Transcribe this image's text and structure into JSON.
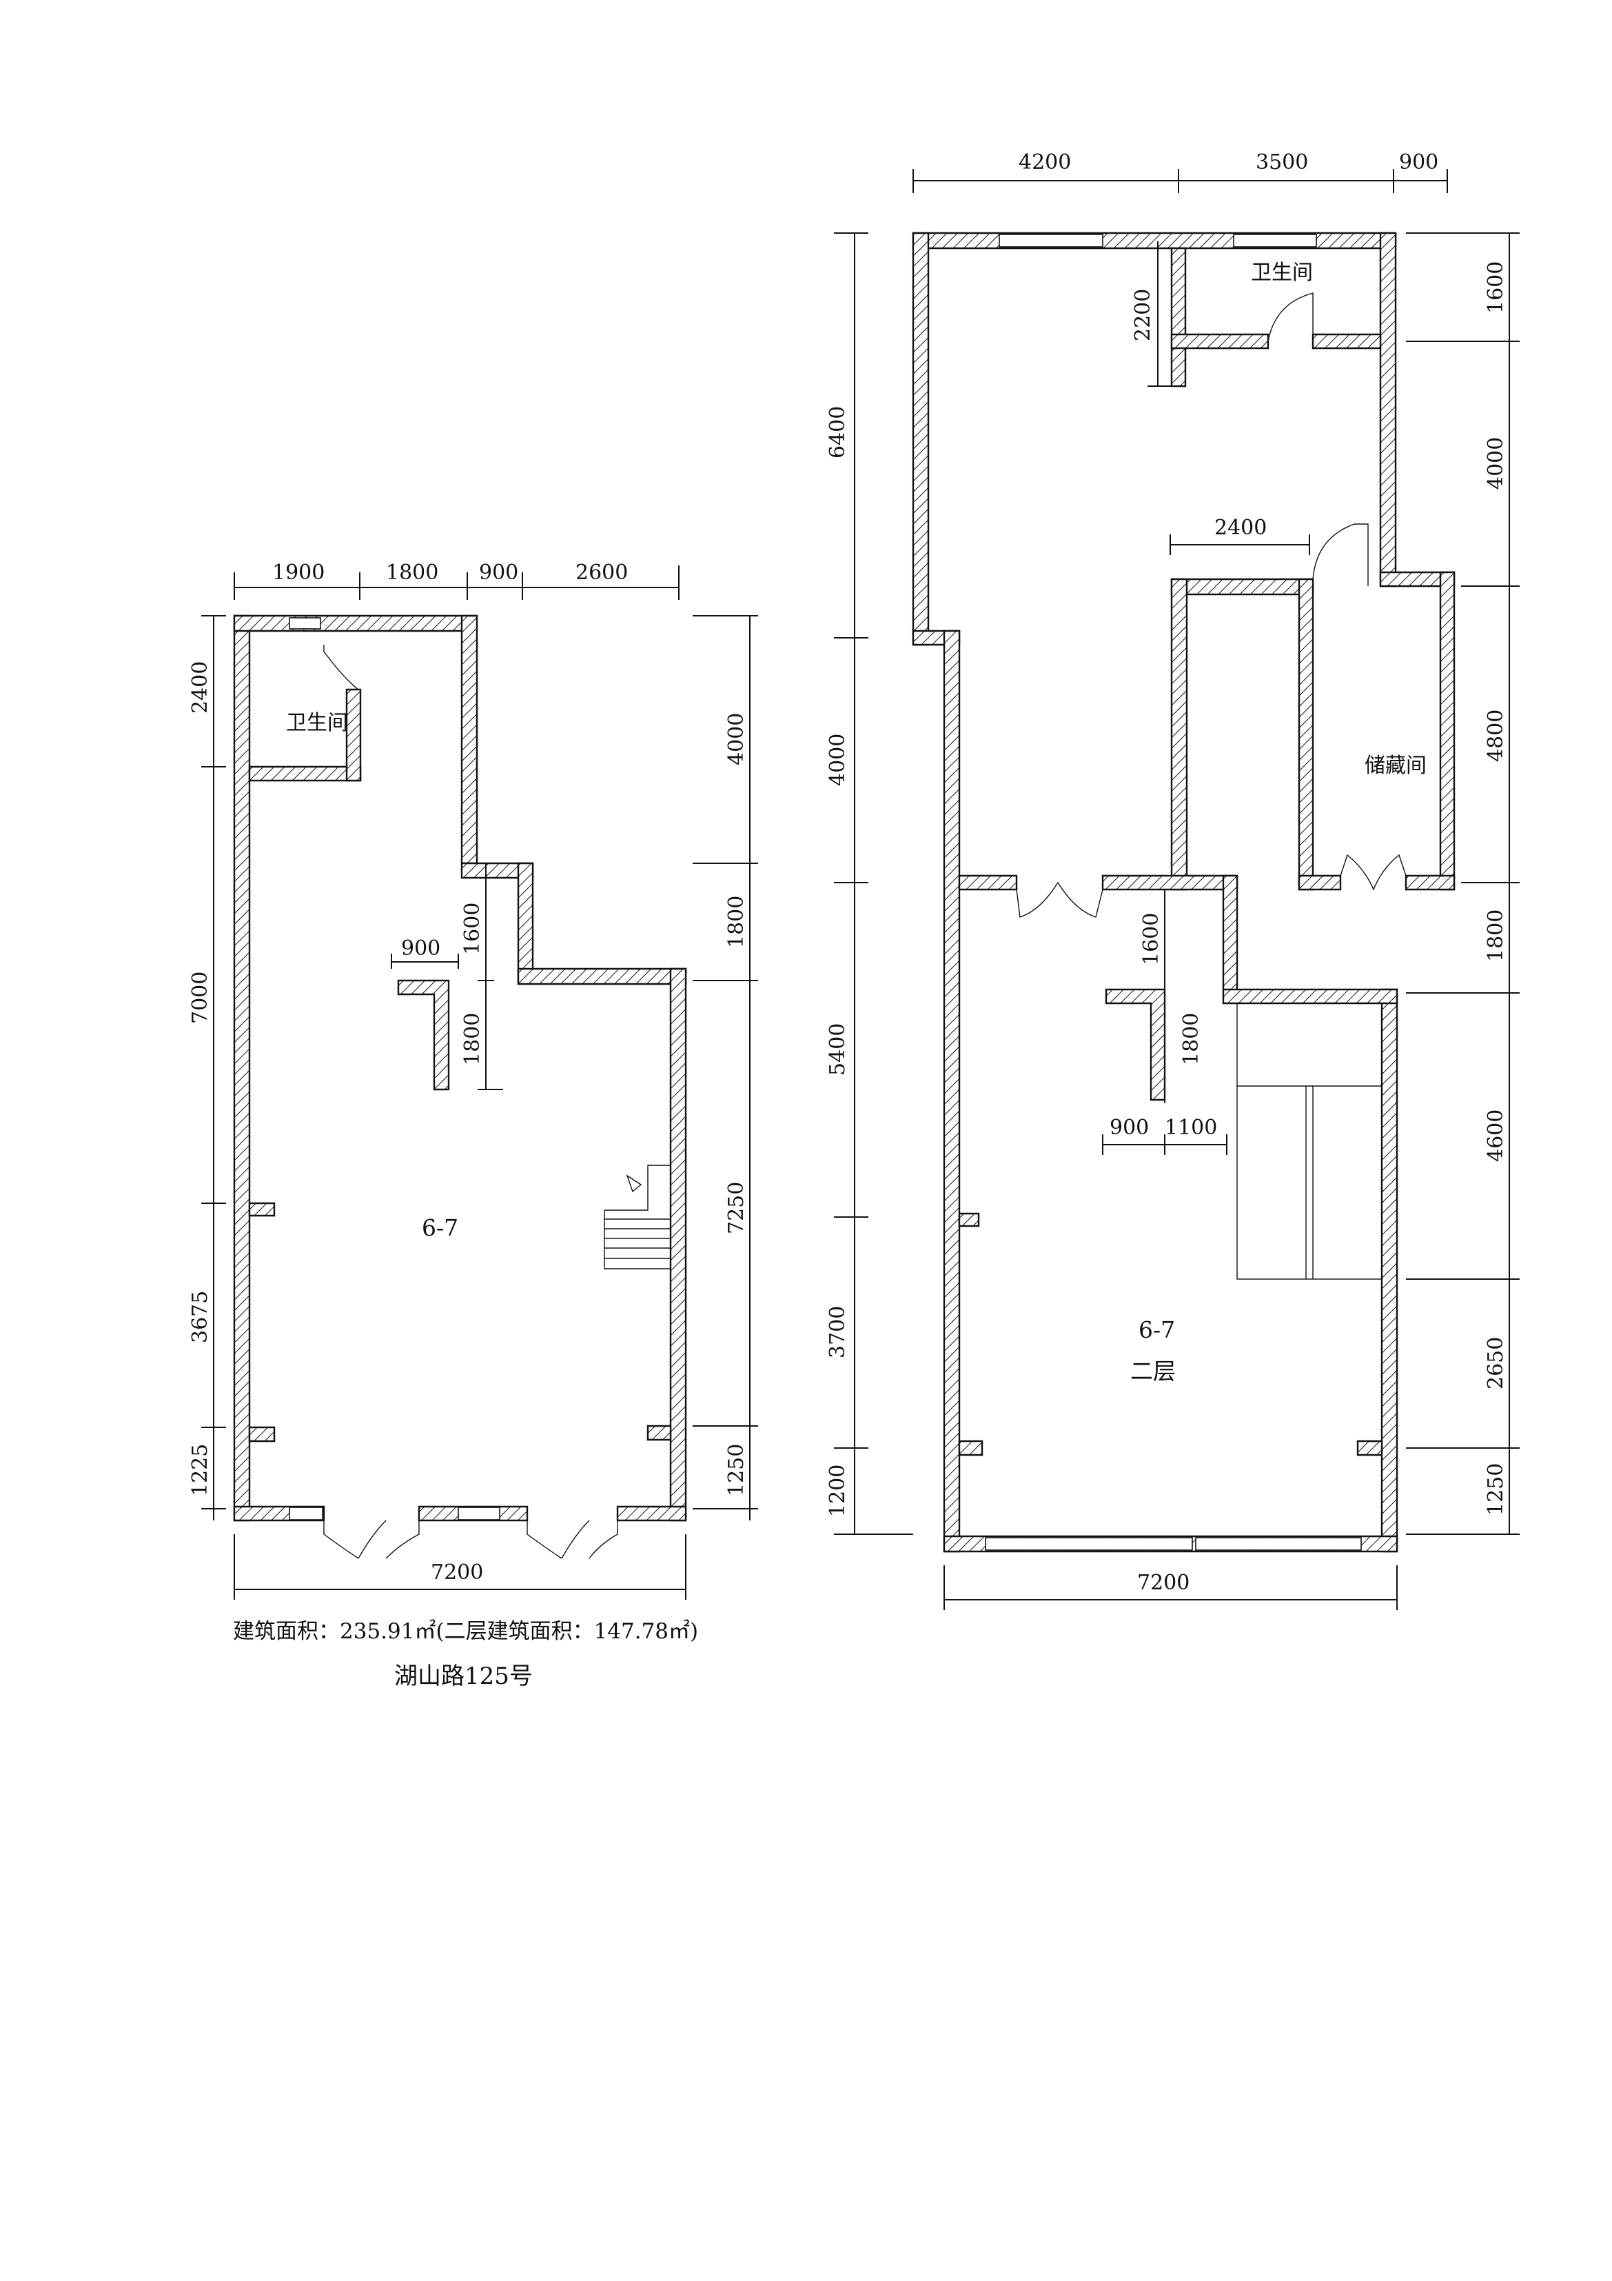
{
  "plan1": {
    "dims_top": [
      "1900",
      "1800",
      "900",
      "2600"
    ],
    "dims_left": [
      "2400",
      "7000",
      "3675",
      "1225"
    ],
    "dims_right": [
      "4000",
      "1800",
      "7250",
      "1250"
    ],
    "dims_bottom": [
      "7200"
    ],
    "dims_inner": [
      "900",
      "1600",
      "1800"
    ],
    "rooms": {
      "bathroom": "卫生间",
      "unit": "6-7"
    }
  },
  "plan2": {
    "dims_top": [
      "4200",
      "3500",
      "900"
    ],
    "dims_left": [
      "6400",
      "4000",
      "5400",
      "3700",
      "1200"
    ],
    "dims_right": [
      "1600",
      "4000",
      "4800",
      "1800",
      "4600",
      "2650",
      "1250"
    ],
    "dims_bottom": [
      "7200"
    ],
    "dims_inner": [
      "2200",
      "2400",
      "1600",
      "1800",
      "900",
      "1100"
    ],
    "rooms": {
      "bathroom": "卫生间",
      "storage": "储藏间",
      "unit": "6-7",
      "floor": "二层"
    }
  },
  "caption": {
    "area": "建筑面积：235.91㎡(二层建筑面积：147.78㎡)",
    "address": "湖山路125号"
  }
}
